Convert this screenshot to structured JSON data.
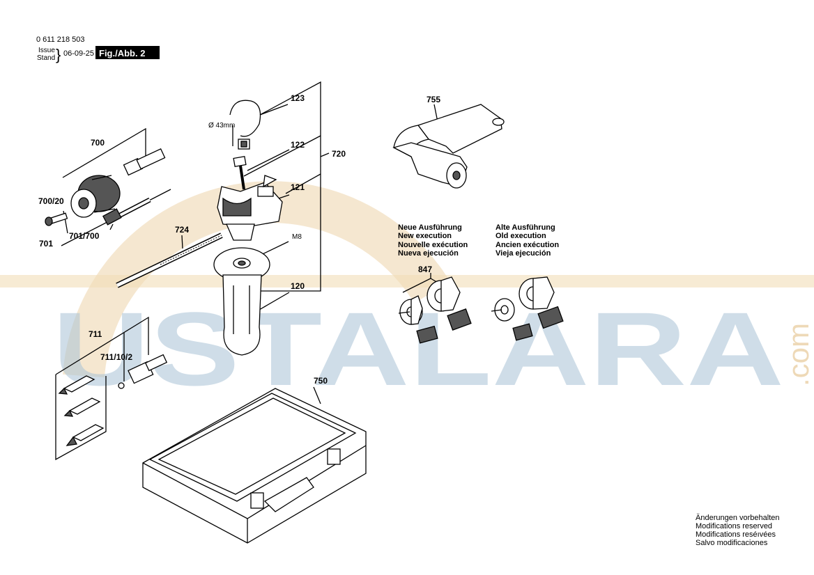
{
  "header": {
    "part_number": "0 611 218 503",
    "issue_label": "Issue",
    "stand_label": "Stand",
    "date": "06-09-25",
    "figure_label": "Fig./Abb. 2"
  },
  "watermark": {
    "text": "USTALARA",
    "suffix": ".com"
  },
  "callouts": {
    "c123": "123",
    "c122": "122",
    "c121": "121",
    "c720": "720",
    "c120": "120",
    "m8": "M8",
    "diameter": "Ø 43mm",
    "c700": "700",
    "c700_20": "700/20",
    "c701": "701",
    "c701_700": "701/700",
    "c724": "724",
    "c711": "711",
    "c711_10_2": "711/10/2",
    "c750": "750",
    "c755": "755",
    "c847": "847"
  },
  "versions": {
    "new": [
      "Neue Ausführung",
      "New execution",
      "Nouvelle exécution",
      "Nueva ejecución"
    ],
    "old": [
      "Alte Ausführung",
      "Old execution",
      "Ancien exécution",
      "Vieja ejecución"
    ]
  },
  "footer": [
    "Änderungen vorbehalten",
    "Modifications reserved",
    "Modifications reséıvées",
    "Salvo modificaciones"
  ]
}
